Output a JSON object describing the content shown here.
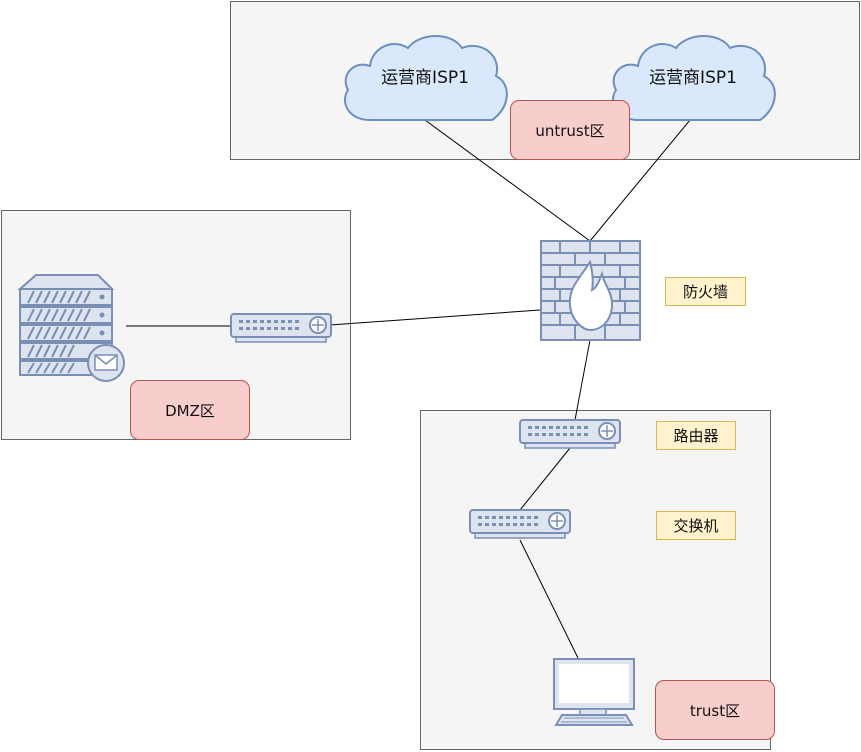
{
  "zones": {
    "untrust": {
      "label": "untrust区"
    },
    "dmz": {
      "label": "DMZ区"
    },
    "trust": {
      "label": "trust区"
    }
  },
  "clouds": [
    {
      "label": "运营商ISP1"
    },
    {
      "label": "运营商ISP1"
    }
  ],
  "devices": {
    "firewall": {
      "label": "防火墙",
      "icon": "firewall-icon"
    },
    "router": {
      "label": "路由器",
      "icon": "router-icon"
    },
    "switch": {
      "label": "交换机",
      "icon": "switch-icon"
    },
    "dmz_router": {
      "icon": "router-icon"
    },
    "mail_server": {
      "icon": "mail-server-icon"
    },
    "workstation": {
      "icon": "monitor-icon"
    }
  },
  "colors": {
    "zone_fill": "#f5f5f5",
    "zone_border": "#666666",
    "zone_label_fill": "#f8cecc",
    "zone_label_border": "#b85450",
    "device_label_fill": "#fff2cc",
    "device_label_border": "#d6b656",
    "cloud_fill": "#dae8fc",
    "cloud_stroke": "#6c8ebf",
    "device_fill": "#dde4ef",
    "device_stroke": "#7a8fb5"
  }
}
